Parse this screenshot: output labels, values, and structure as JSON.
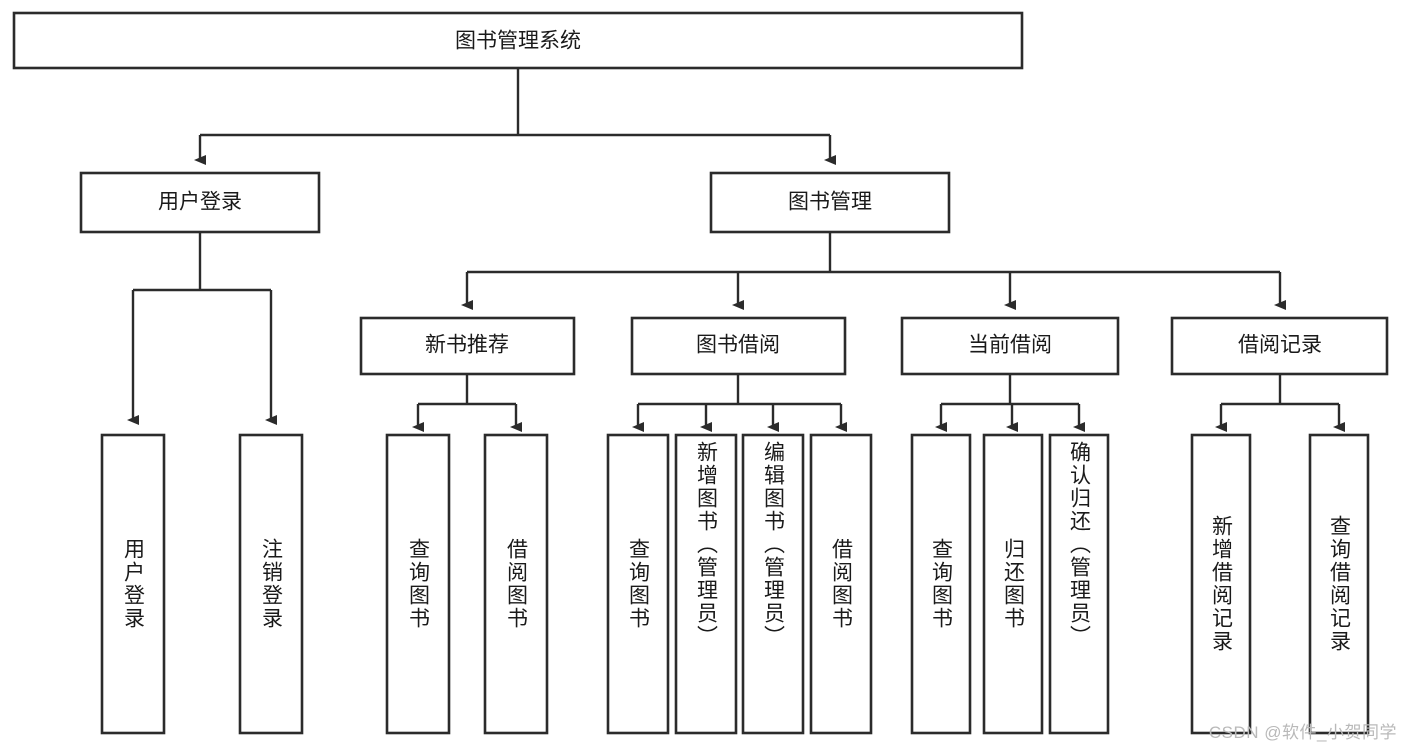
{
  "diagram": {
    "type": "tree",
    "title": "图书管理系统",
    "orientation": "top-down",
    "leaf_text_direction": "vertical",
    "colors": {
      "stroke": "#2b2b2b",
      "fill": "#ffffff",
      "text": "#1a1a1a",
      "watermark": "#b9b9b9"
    },
    "root": {
      "label": "图书管理系统"
    },
    "level2": [
      {
        "label": "用户登录"
      },
      {
        "label": "图书管理"
      }
    ],
    "level3": [
      {
        "label": "新书推荐"
      },
      {
        "label": "图书借阅"
      },
      {
        "label": "当前借阅"
      },
      {
        "label": "借阅记录"
      }
    ],
    "leaves": {
      "user_login": [
        {
          "label": "用户登录"
        },
        {
          "label": "注销登录"
        }
      ],
      "new_book_recommend": [
        {
          "label": "查询图书"
        },
        {
          "label": "借阅图书"
        }
      ],
      "book_borrow": [
        {
          "label": "查询图书"
        },
        {
          "label": "新增图书（管理员）"
        },
        {
          "label": "编辑图书（管理员）"
        },
        {
          "label": "借阅图书"
        }
      ],
      "current_borrow": [
        {
          "label": "查询图书"
        },
        {
          "label": "归还图书"
        },
        {
          "label": "确认归还（管理员）"
        }
      ],
      "borrow_record": [
        {
          "label": "新增借阅记录"
        },
        {
          "label": "查询借阅记录"
        }
      ]
    }
  },
  "watermark": {
    "text": "CSDN @软件_小贺同学"
  }
}
